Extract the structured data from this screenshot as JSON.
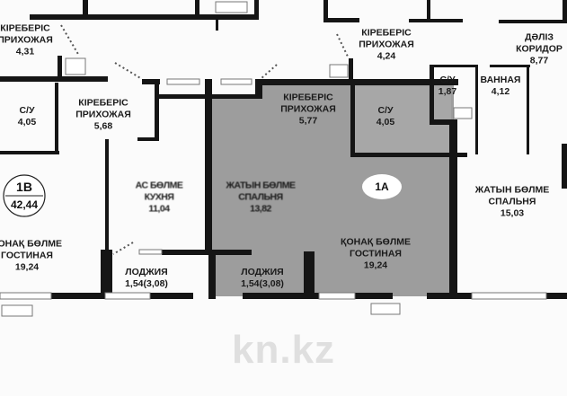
{
  "watermark": "kn.kz",
  "colors": {
    "wall": "#151515",
    "unit_highlight": "#9a9a9a",
    "background": "#fbfbfb"
  },
  "units": [
    {
      "id": "1B",
      "area": "42,44"
    },
    {
      "id": "1A"
    }
  ],
  "rooms": [
    {
      "kz": "КІРЕБЕРІС",
      "ru": "ПРИХОЖАЯ",
      "area": "4,31"
    },
    {
      "ru": "С/У",
      "area": "4,05"
    },
    {
      "kz": "КІРЕБЕРІС",
      "ru": "ПРИХОЖАЯ",
      "area": "5,68"
    },
    {
      "kz": "ҚОНАҚ БӨЛМЕ",
      "ru": "ГОСТИНАЯ",
      "area": "19,24"
    },
    {
      "kz": "АС БӨЛМЕ",
      "ru": "КУХНЯ",
      "area": "11,04"
    },
    {
      "ru": "ЛОДЖИЯ",
      "area": "1,54(3,08)"
    },
    {
      "kz": "ЖАТЫН БӨЛМЕ",
      "ru": "СПАЛЬНЯ",
      "area": "13,82"
    },
    {
      "ru": "ЛОДЖИЯ",
      "area": "1,54(3,08)"
    },
    {
      "kz": "КІРЕБЕРІС",
      "ru": "ПРИХОЖАЯ",
      "area": "5,77"
    },
    {
      "ru": "С/У",
      "area": "4,05"
    },
    {
      "kz": "ҚОНАҚ БӨЛМЕ",
      "ru": "ГОСТИНАЯ",
      "area": "19,24"
    },
    {
      "kz": "КІРЕБЕРІС",
      "ru": "ПРИХОЖАЯ",
      "area": "4,24"
    },
    {
      "kz": "ДӘЛІЗ",
      "ru": "КОРИДОР",
      "area": "8,77"
    },
    {
      "ru": "С/У",
      "area": "1,87"
    },
    {
      "ru": "ВАННАЯ",
      "area": "4,12"
    },
    {
      "kz": "ЖАТЫН БӨЛМЕ",
      "ru": "СПАЛЬНЯ",
      "area": "15,03"
    }
  ]
}
